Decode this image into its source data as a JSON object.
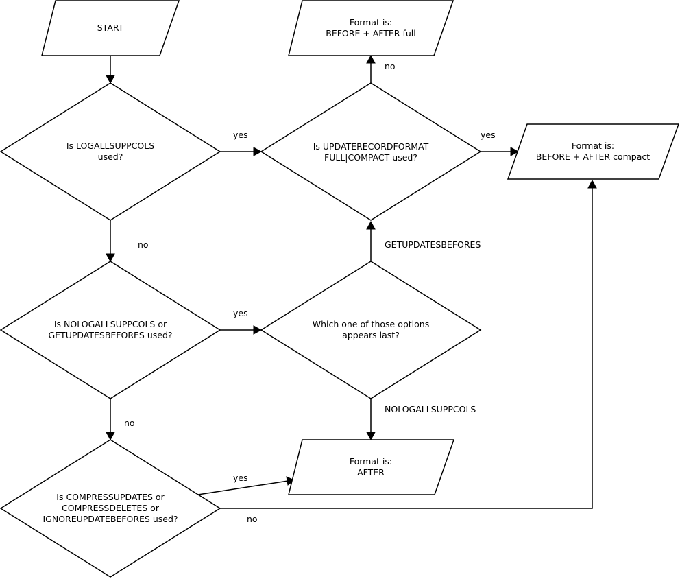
{
  "nodes": {
    "start": {
      "label": "START"
    },
    "q_logallsuppcols": {
      "lines": [
        "Is LOGALLSUPPCOLS",
        "used?"
      ]
    },
    "q_nologallsuppcols": {
      "lines": [
        "Is NOLOGALLSUPPCOLS or",
        "GETUPDATESBEFORES used?"
      ]
    },
    "q_compress": {
      "lines": [
        "Is COMPRESSUPDATES or",
        "COMPRESSDELETES or",
        "IGNOREUPDATEBEFORES used?"
      ]
    },
    "q_updaterecordformat": {
      "lines": [
        "Is UPDATERECORDFORMAT",
        "FULL|COMPACT used?"
      ]
    },
    "q_which_last": {
      "lines": [
        "Which one of those options",
        "appears last?"
      ]
    },
    "out_full": {
      "lines": [
        "Format is:",
        "BEFORE + AFTER full"
      ]
    },
    "out_compact": {
      "lines": [
        "Format is:",
        "BEFORE + AFTER compact"
      ]
    },
    "out_after": {
      "lines": [
        "Format is:",
        "AFTER"
      ]
    }
  },
  "edges": {
    "logall_yes": "yes",
    "logall_no": "no",
    "nologall_yes": "yes",
    "nologall_no": "no",
    "compress_yes": "yes",
    "compress_no": "no",
    "updaterecord_no": "no",
    "updaterecord_yes": "yes",
    "which_getupdatesbefores": "GETUPDATESBEFORES",
    "which_nologallsuppcols": "NOLOGALLSUPPCOLS"
  }
}
